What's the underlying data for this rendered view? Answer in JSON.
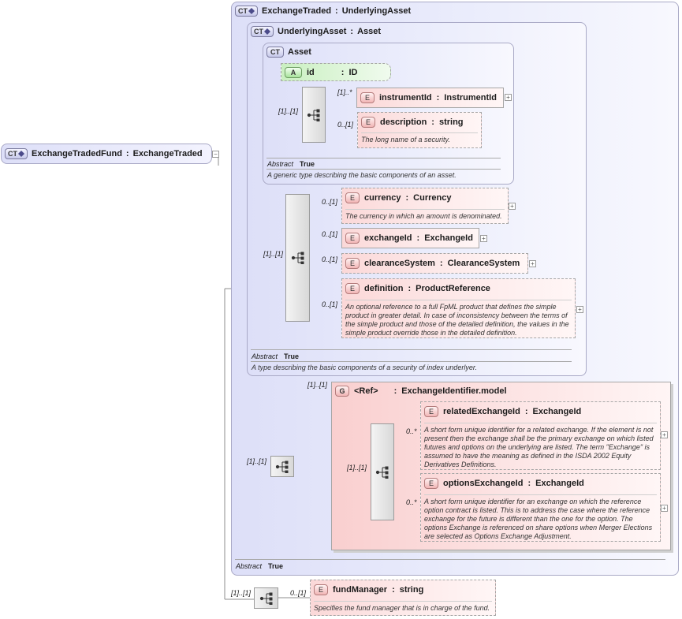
{
  "root": {
    "badge": "CT",
    "name": "ExchangeTradedFund",
    "type": "ExchangeTraded"
  },
  "exchange_traded": {
    "badge": "CT",
    "name": "ExchangeTraded",
    "type": "UnderlyingAsset",
    "abstract_label": "Abstract",
    "abstract_value": "True",
    "group_multiplicity": "[1]..[1]"
  },
  "underlying_asset": {
    "badge": "CT",
    "name": "UnderlyingAsset",
    "type": "Asset",
    "abstract_label": "Abstract",
    "abstract_value": "True",
    "description": "A type describing the basic components of a security of index underlyer.",
    "sequence_multiplicity": "[1]..[1]",
    "elements": {
      "currency": {
        "badge": "E",
        "name": "currency",
        "type": "Currency",
        "multiplicity": "0..[1]",
        "description": "The currency in which an amount is denominated."
      },
      "exchange_id": {
        "badge": "E",
        "name": "exchangeId",
        "type": "ExchangeId",
        "multiplicity": "0..[1]"
      },
      "clearance_system": {
        "badge": "E",
        "name": "clearanceSystem",
        "type": "ClearanceSystem",
        "multiplicity": "0..[1]"
      },
      "definition": {
        "badge": "E",
        "name": "definition",
        "type": "ProductReference",
        "multiplicity": "0..[1]",
        "description_lines": [
          "An optional reference to a full FpML product that defines the simple",
          "product in greater detail. In case of inconsistency between the terms of",
          "the simple product and those of the detailed definition, the values in the",
          "simple product override those in the detailed definition."
        ]
      }
    }
  },
  "asset": {
    "badge": "CT",
    "name": "Asset",
    "abstract_label": "Abstract",
    "abstract_value": "True",
    "description": "A generic type describing the basic components of an asset.",
    "sequence_multiplicity": "[1]..[1]",
    "attribute": {
      "badge": "A",
      "name": "id",
      "type": "ID"
    },
    "elements": {
      "instrument_id": {
        "badge": "E",
        "name": "instrumentId",
        "type": "InstrumentId",
        "multiplicity": "[1]..*"
      },
      "description": {
        "badge": "E",
        "name": "description",
        "type": "string",
        "multiplicity": "0..[1]",
        "description": "The long name of a security."
      }
    }
  },
  "group": {
    "badge": "G",
    "ref": "<Ref>",
    "name": "ExchangeIdentifier.model",
    "multiplicity": "[1]..[1]",
    "sequence_multiplicity": "[1]..[1]",
    "elements": {
      "related_exchange_id": {
        "badge": "E",
        "name": "relatedExchangeId",
        "type": "ExchangeId",
        "multiplicity": "0..*",
        "description_lines": [
          "A short form unique identifier for a related exchange. If the element is not",
          "present then the exchange shall be the primary exchange on which listed",
          "futures and options on the underlying are listed. The term \"Exchange\" is",
          "assumed to have the meaning as defined in the ISDA 2002 Equity",
          "Derivatives Definitions."
        ]
      },
      "options_exchange_id": {
        "badge": "E",
        "name": "optionsExchangeId",
        "type": "ExchangeId",
        "multiplicity": "0..*",
        "description_lines": [
          "A short form unique identifier for an exchange on which the reference",
          "option contract is listed. This is to address the case where the reference",
          "exchange for the future is different than the one for the option. The",
          "options Exchange is referenced on share options when Merger Elections",
          "are selected as Options Exchange Adjustment."
        ]
      }
    }
  },
  "fund": {
    "sequence_multiplicity": "[1]..[1]",
    "fund_manager": {
      "badge": "E",
      "name": "fundManager",
      "type": "string",
      "multiplicity": "0..[1]",
      "description": "Specifies the fund manager that is in charge of the fund."
    }
  },
  "colors": {
    "ct_fill": "#dddff8",
    "element_fill": "#fbd8d8",
    "attribute_fill": "#dff5da",
    "group_fill": "#fbd6d6"
  }
}
